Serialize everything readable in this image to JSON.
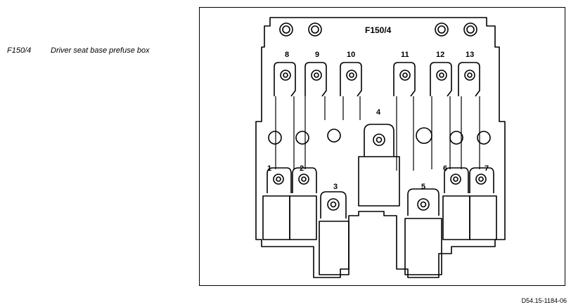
{
  "legend": {
    "code": "F150/4",
    "description": "Driver seat base prefuse box"
  },
  "diagram": {
    "label": "F150/4",
    "fuse_numbers": [
      "1",
      "2",
      "3",
      "4",
      "5",
      "6",
      "7",
      "8",
      "9",
      "10",
      "11",
      "12",
      "13"
    ]
  },
  "figure_id": "D54.15-1184-06"
}
